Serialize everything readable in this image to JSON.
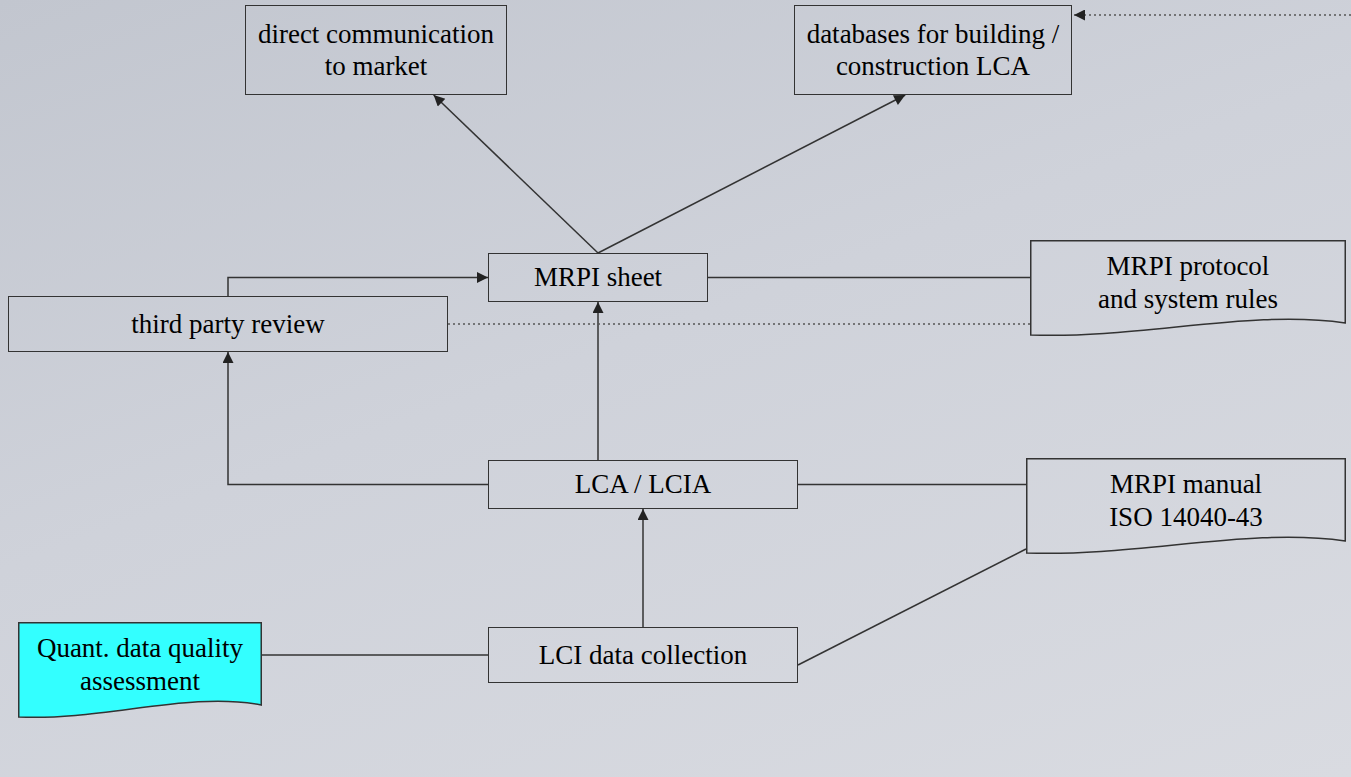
{
  "diagram": {
    "nodes": [
      {
        "text": [
          "direct communication to market"
        ]
      },
      {
        "text": [
          "databases for building / construction LCA"
        ]
      },
      {
        "text": [
          "MRPI sheet"
        ]
      },
      {
        "text": [
          "MRPI protocol and system rules"
        ]
      },
      {
        "text": [
          "third party review"
        ]
      },
      {
        "text": [
          "LCA / LCIA"
        ]
      },
      {
        "text": [
          "MRPI manual ISO 14040-43"
        ]
      },
      {
        "text": [
          "Quant. data quality assessment"
        ]
      },
      {
        "text": [
          "LCI data collection"
        ]
      }
    ],
    "edges": [
      {
        "from": 2,
        "to": 0,
        "arrow": "to"
      },
      {
        "from": 2,
        "to": 1,
        "arrow": "to"
      },
      {
        "from": 4,
        "to": 2,
        "arrow": "to"
      },
      {
        "from": 5,
        "to": 2,
        "arrow": "to"
      },
      {
        "from": 5,
        "to": 4,
        "arrow": "to"
      },
      {
        "from": 8,
        "to": 5,
        "arrow": "to"
      },
      {
        "from": 2,
        "to": 3,
        "arrow": "none"
      },
      {
        "from": 4,
        "to": 3,
        "arrow": "none"
      },
      {
        "from": 5,
        "to": 6,
        "arrow": "none"
      },
      {
        "from": 8,
        "to": 6,
        "arrow": "none"
      },
      {
        "from": 7,
        "to": 8,
        "arrow": "none"
      }
    ]
  }
}
